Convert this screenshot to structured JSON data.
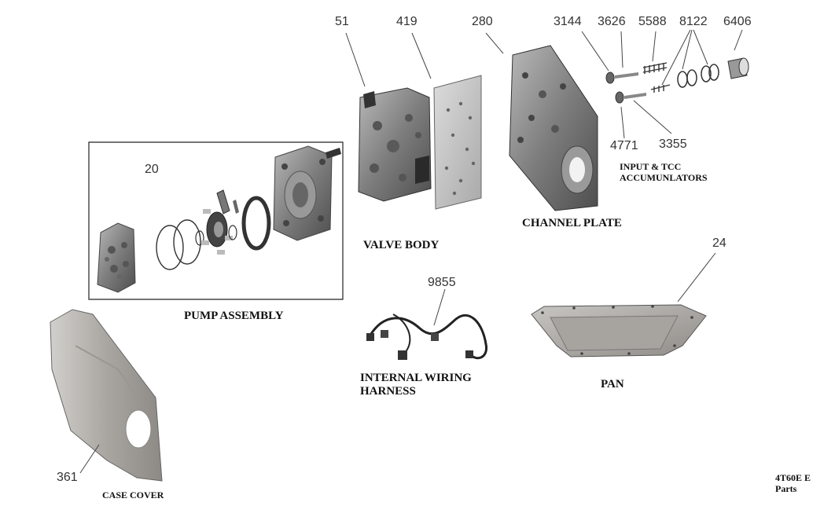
{
  "part_numbers": {
    "p51": "51",
    "p419": "419",
    "p280": "280",
    "p3144": "3144",
    "p3626": "3626",
    "p5588": "5588",
    "p8122": "8122",
    "p6406": "6406",
    "p4771": "4771",
    "p3355": "3355",
    "p20": "20",
    "p24": "24",
    "p9855": "9855",
    "p361": "361"
  },
  "captions": {
    "accumulators_line1": "INPUT & TCC",
    "accumulators_line2": "ACCUMUNLATORS",
    "channel_plate": "CHANNEL PLATE",
    "valve_body": "VALVE BODY",
    "pump_assembly": "PUMP ASSEMBLY",
    "wiring_line1": "INTERNAL WIRING",
    "wiring_line2": "HARNESS",
    "pan": "PAN",
    "case_cover": "CASE COVER",
    "corner_line1": "4T60E E",
    "corner_line2": "Parts"
  },
  "colors": {
    "metal_dark": "#555555",
    "metal_mid": "#8a8a8a",
    "metal_light": "#c4c4c4",
    "leader": "#444444",
    "text": "#111111"
  }
}
